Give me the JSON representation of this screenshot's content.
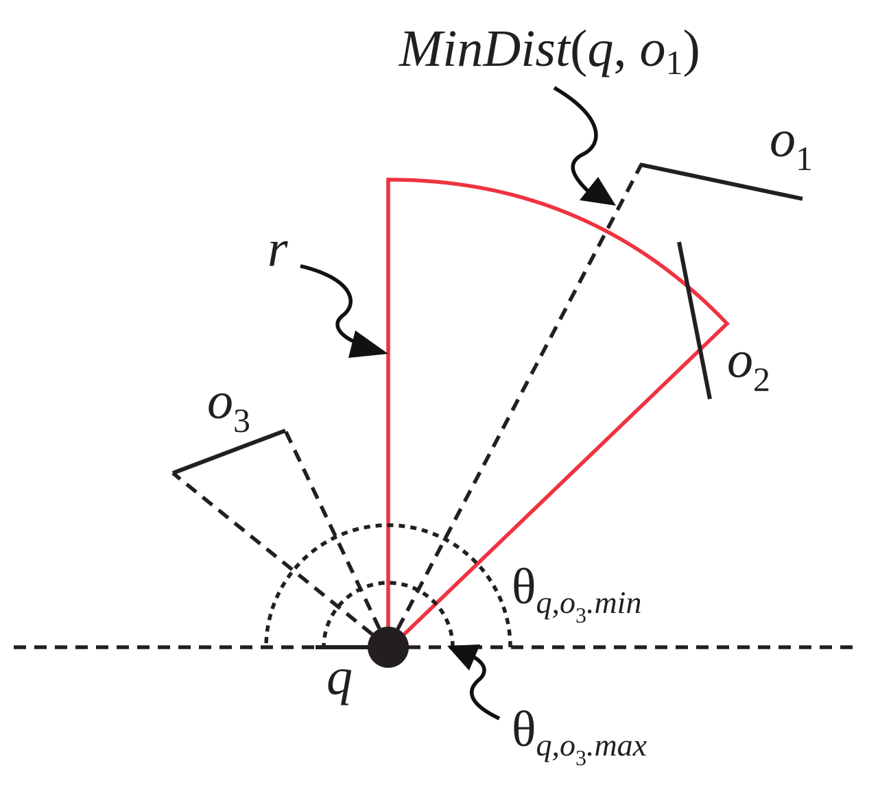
{
  "labels": {
    "mindist": "MinDist",
    "mindist_args_open": "(",
    "mindist_q": "q",
    "mindist_comma": ", ",
    "mindist_o": "o",
    "mindist_sub": "1",
    "mindist_close": ")",
    "o1_base": "o",
    "o1_sub": "1",
    "o2_base": "o",
    "o2_sub": "2",
    "o3_base": "o",
    "o3_sub": "3",
    "r": "r",
    "q": "q",
    "theta_min_symbol": "θ",
    "theta_min_sub_a": "q,o",
    "theta_min_sub_b": "3",
    "theta_min_sub_c": ".min",
    "theta_max_symbol": "θ",
    "theta_max_sub_a": "q,o",
    "theta_max_sub_b": "3",
    "theta_max_sub_c": ".max"
  },
  "colors": {
    "sector": "#ef3340",
    "ink": "#231f20"
  }
}
